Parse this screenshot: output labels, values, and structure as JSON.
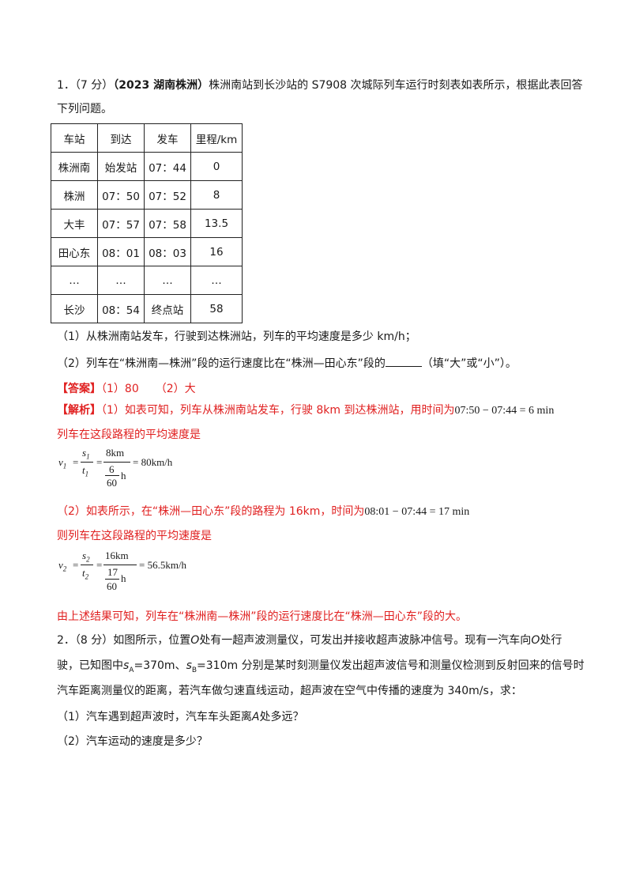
{
  "q1": {
    "number": "1．",
    "score": "（7 分）",
    "source": "（2023 湖南株洲）",
    "stem_a": "株洲南站到长沙站的 S7908 次城际列车运行时刻表如表所示，根据此表回答",
    "stem_b": "下列问题。",
    "table": {
      "headers": [
        "车站",
        "到达",
        "发车",
        "里程/km"
      ],
      "rows": [
        [
          "株洲南",
          "始发站",
          "07：44",
          "0"
        ],
        [
          "株洲",
          "07：50",
          "07：52",
          "8"
        ],
        [
          "大丰",
          "07：57",
          "07：58",
          "13.5"
        ],
        [
          "田心东",
          "08：01",
          "08：03",
          "16"
        ],
        [
          "…",
          "…",
          "…",
          "…"
        ],
        [
          "长沙",
          "08：54",
          "终点站",
          "58"
        ]
      ]
    },
    "sub1": "（1）从株洲南站发车，行驶到达株洲站，列车的平均速度是多少 km/h；",
    "sub2_a": "（2）列车在“株洲南—株洲”段的运行速度比在“株洲—田心东”段的",
    "sub2_b": "（填“大”或“小”）。",
    "answer_label": "【答案】",
    "answer_text": "（1）80　　（2）大",
    "analysis_label": "【解析】",
    "analysis_1": "（1）如表可知，列车从株洲南站发车，行驶 8km 到达株洲站，用时间为",
    "analysis_1_math": "07:50 − 07:44 = 6 min",
    "analysis_2": "列车在这段路程的平均速度是",
    "eq1": {
      "lhs": "v",
      "lhs_sub": "1",
      "num_s": "s",
      "num_s_sub": "1",
      "den_t": "t",
      "den_t_sub": "1",
      "num2": "8km",
      "den2_num": "6",
      "den2_den": "60",
      "den2_unit": "h",
      "result": "= 80km/h"
    },
    "analysis_3": "（2）如表所示，在“株洲—田心东”段的路程为 16km，时间为",
    "analysis_3_math": "08:01 − 07:44 = 17 min",
    "analysis_4": "则列车在这段路程的平均速度是",
    "eq2": {
      "lhs": "v",
      "lhs_sub": "2",
      "num_s": "s",
      "num_s_sub": "2",
      "den_t": "t",
      "den_t_sub": "2",
      "num2": "16km",
      "den2_num": "17",
      "den2_den": "60",
      "den2_unit": "h",
      "result": "= 56.5km/h"
    },
    "conclusion": "由上述结果可知，列车在“株洲南—株洲”段的运行速度比在“株洲—田心东”段的大。"
  },
  "q2": {
    "line1_a": "2．",
    "line1_b": "（8 分）如图所示，位置",
    "O1": "O",
    "line1_c": "处有一超声波测量仪，可发出并接收超声波脉冲信号。现有一汽车向",
    "O2": "O",
    "line1_d": "处行",
    "line2_a": "驶，已知图中",
    "sA": "s",
    "sA_sub": "A",
    "line2_b": "=370m、",
    "sB": "s",
    "sB_sub": "B",
    "line2_c": "=310m 分别是某时刻测量仪发出超声波信号和测量仪检测到反射回来的信号时",
    "line3": "汽车距离测量仪的距离，若汽车做匀速直线运动，超声波在空气中传播的速度为 340m/s，求：",
    "sub1_a": "（1）汽车遇到超声波时，汽车车头距离",
    "sub1_A": "A",
    "sub1_b": "处多远？",
    "sub2": "（2）汽车运动的速度是多少？"
  }
}
